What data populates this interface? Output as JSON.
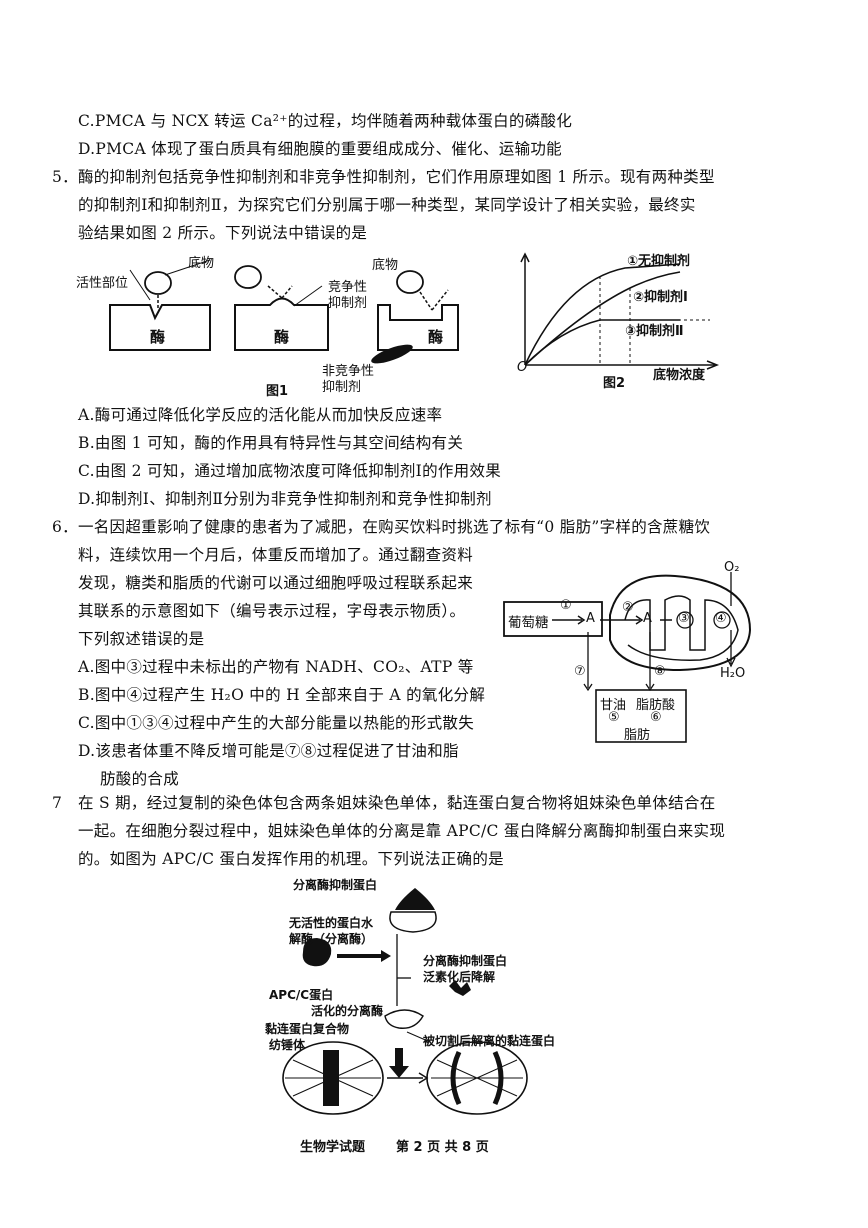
{
  "q4": {
    "optC": "C.PMCA 与 NCX 转运 Ca²⁺的过程，均伴随着两种载体蛋白的磷酸化",
    "optD": "D.PMCA 体现了蛋白质具有细胞膜的重要组成成分、催化、运输功能"
  },
  "q5": {
    "stem1": "5．酶的抑制剂包括竞争性抑制剂和非竞争性抑制剂，它们作用原理如图 1 所示。现有两种类型",
    "stem2": "的抑制剂Ⅰ和抑制剂Ⅱ，为探究它们分别属于哪一种类型，某同学设计了相关实验，最终实",
    "stem3": "验结果如图 2 所示。下列说法中错误的是",
    "fig1": {
      "active_site": "活性部位",
      "substrate1": "底物",
      "substrate2": "底物",
      "competitive1": "竞争性",
      "competitive2": "抑制剂",
      "enzyme1": "酶",
      "enzyme2": "酶",
      "enzyme3": "酶",
      "noncomp1": "非竞争性",
      "noncomp2": "抑制剂",
      "caption": "图1"
    },
    "fig2": {
      "origin": "O",
      "xlabel": "底物浓度",
      "caption": "图2",
      "legend1": "①无抑制剂",
      "legend2": "②抑制剂Ⅰ",
      "legend3": "③抑制剂Ⅱ"
    },
    "optA": "A.酶可通过降低化学反应的活化能从而加快反应速率",
    "optB": "B.由图 1 可知，酶的作用具有特异性与其空间结构有关",
    "optC": "C.由图 2 可知，通过增加底物浓度可降低抑制剂Ⅰ的作用效果",
    "optD": "D.抑制剂Ⅰ、抑制剂Ⅱ分别为非竞争性抑制剂和竞争性抑制剂"
  },
  "q6": {
    "stem1": "6．一名因超重影响了健康的患者为了减肥，在购买饮料时挑选了标有“0 脂肪”字样的含蔗糖饮",
    "stem2": "料，连续饮用一个月后，体重反而增加了。通过翻查资料",
    "stem3": "发现，糖类和脂质的代谢可以通过细胞呼吸过程联系起来",
    "stem4": "其联系的示意图如下（编号表示过程，字母表示物质）。",
    "stem5": "下列叙述错误的是",
    "optA": "A.图中③过程中未标出的产物有 NADH、CO₂、ATP 等",
    "optB": "B.图中④过程产生 H₂O 中的 H 全部来自于 A 的氧化分解",
    "optC": "C.图中①③④过程中产生的大部分能量以热能的形式散失",
    "optD1": "D.该患者体重不降反增可能是⑦⑧过程促进了甘油和脂",
    "optD2": "肪酸的合成",
    "fig": {
      "glucose": "葡萄糖",
      "p1": "①",
      "a1": "A",
      "p2": "②",
      "a2": "A",
      "p3": "③",
      "p4": "④",
      "o2": "O₂",
      "h2o": "H₂O",
      "p7": "⑦",
      "p8": "⑧",
      "glycerol": "甘油",
      "fatty_acid": "脂肪酸",
      "p5": "⑤",
      "p6": "⑥",
      "fat": "脂肪"
    }
  },
  "q7": {
    "stem1": "7　在 S 期，经过复制的染色体包含两条姐妹染色单体，黏连蛋白复合物将姐妹染色单体结合在",
    "stem2": "一起。在细胞分裂过程中，姐妹染色单体的分离是靠 APC/C 蛋白降解分离酶抑制蛋白来实现",
    "stem3": "的。如图为 APC/C 蛋白发挥作用的机理。下列说法正确的是",
    "fig": {
      "inhibitor": "分离酶抑制蛋白",
      "inactive1": "无活性的蛋白水",
      "inactive2": "解酶（分离酶）",
      "degrade1": "分离酶抑制蛋白",
      "degrade2": "泛素化后降解",
      "apc": "APC/C蛋白",
      "activated": "活化的分离酶",
      "cohesin": "黏连蛋白复合物",
      "spindle": "纺锤体",
      "cleaved": "被切割后解离的黏连蛋白"
    }
  },
  "footer": {
    "subject": "生物学试题",
    "page": "第 2 页 共 8 页"
  }
}
